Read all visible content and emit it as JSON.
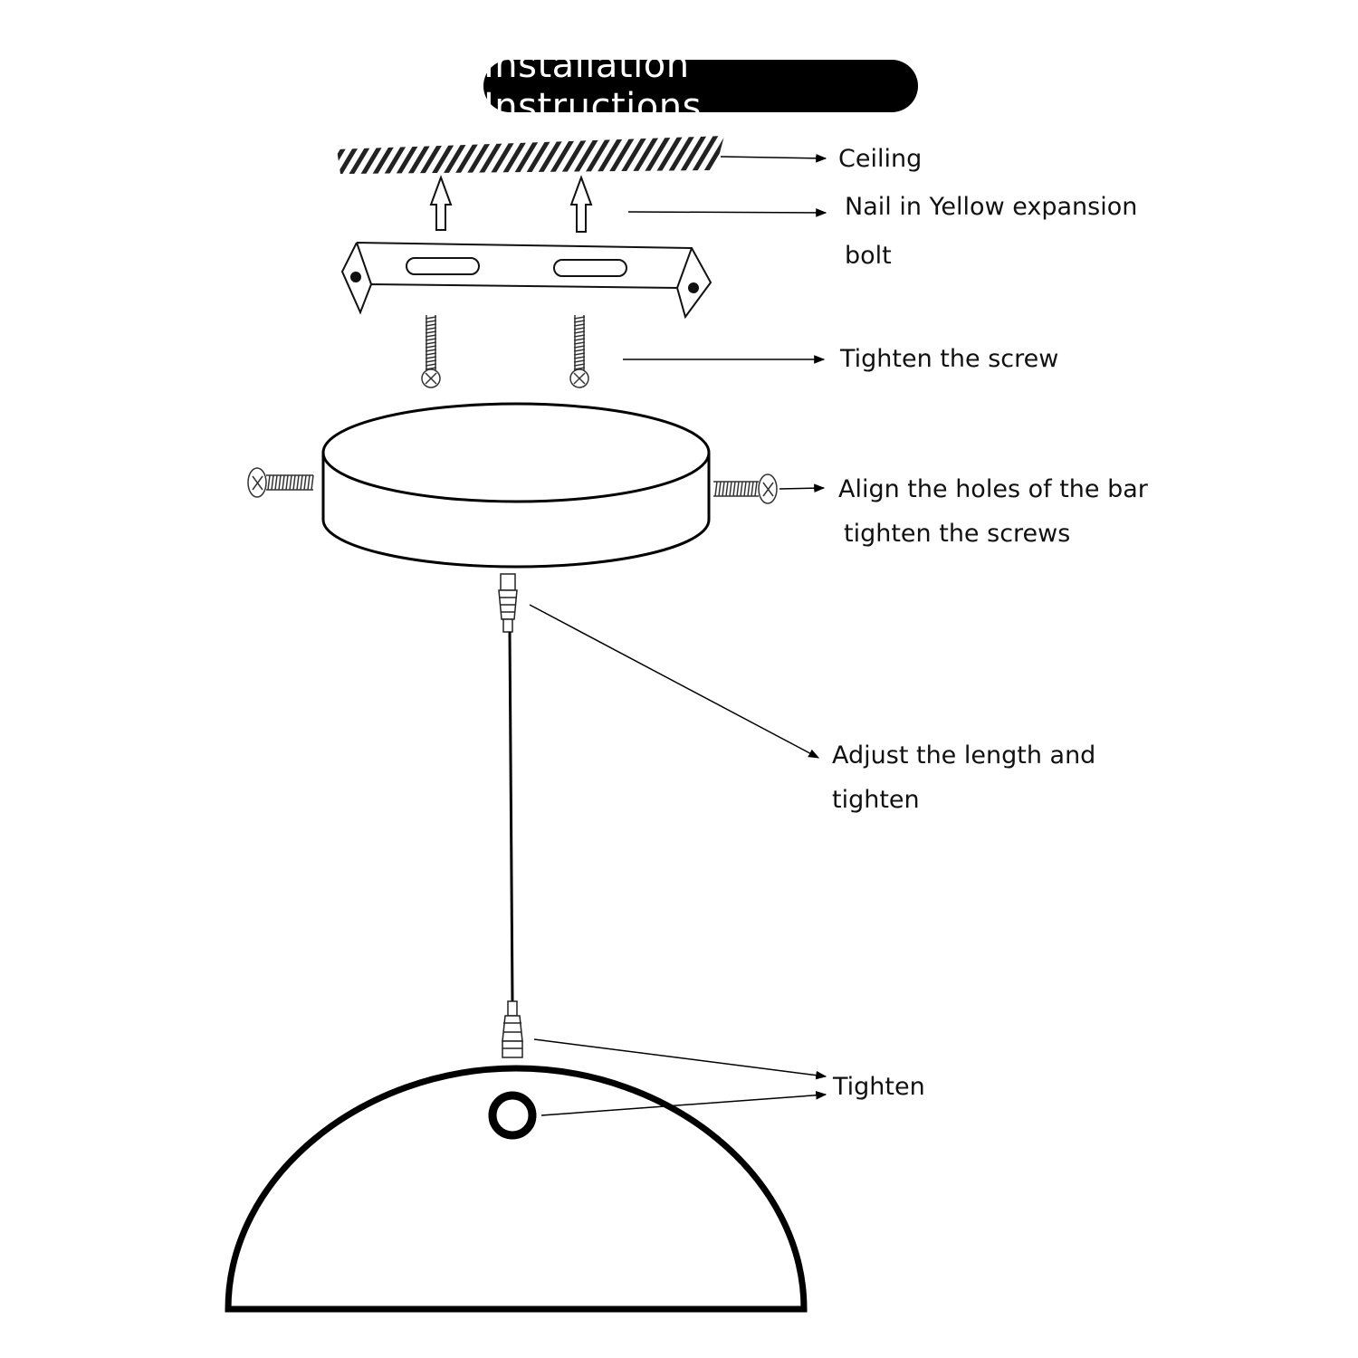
{
  "title": "Installation Instructions",
  "labels": {
    "ceiling": "Ceiling",
    "nail_line1": "Nail in Yellow expansion",
    "nail_line2": "bolt",
    "screw": "Tighten the screw",
    "align_line1": "Align the holes of the bar",
    "align_line2": "tighten the screws",
    "adjust_line1": "Adjust the length and",
    "adjust_line2": "tighten",
    "tighten": "Tighten"
  },
  "colors": {
    "ink": "#000000",
    "background": "#ffffff",
    "title_text": "#ffffff"
  }
}
